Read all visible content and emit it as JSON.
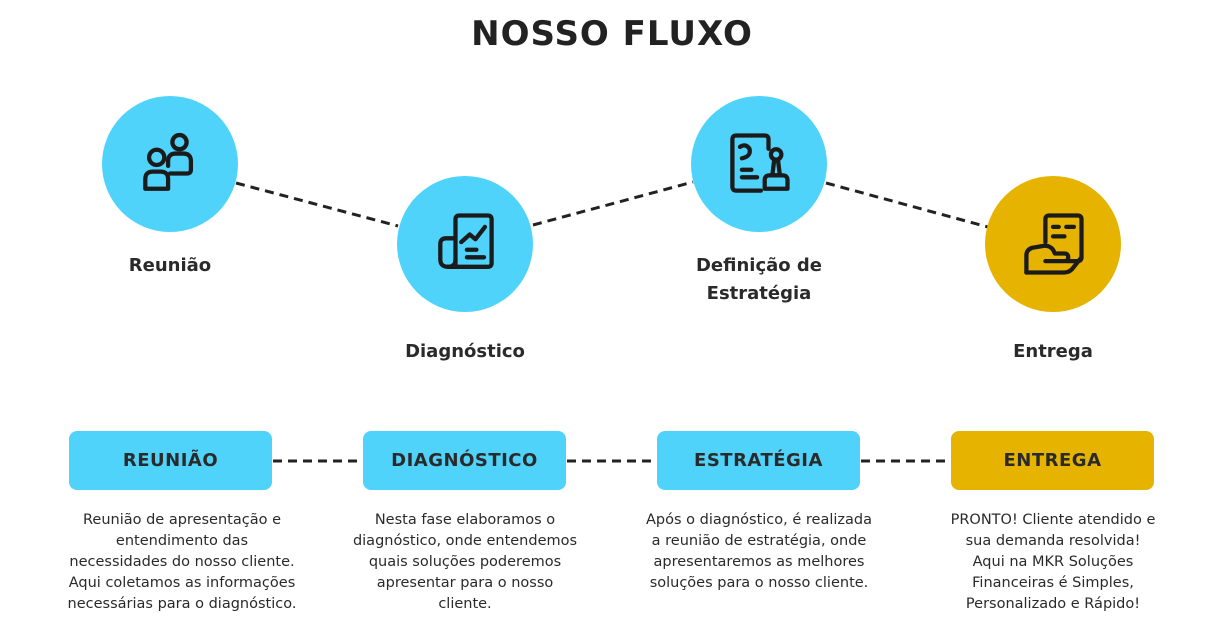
{
  "page": {
    "title": "NOSSO FLUXO"
  },
  "colors": {
    "blue": "#4fd3fb",
    "gold": "#e5b300",
    "ink": "#1b1b1b",
    "line": "#222222"
  },
  "steps": [
    {
      "label": "Reunião",
      "icon": "meeting-people-icon",
      "color": "blue"
    },
    {
      "label": "Diagnóstico",
      "icon": "analysis-chart-icon",
      "color": "blue"
    },
    {
      "label": "Definição de\nEstratégia",
      "icon": "document-stamp-icon",
      "color": "blue"
    },
    {
      "label": "Entrega",
      "icon": "hand-document-icon",
      "color": "gold"
    }
  ],
  "cards": [
    {
      "title": "REUNIÃO",
      "color": "blue",
      "description": "Reunião de apresentação e\nentendimento das\nnecessidades do nosso cliente.\nAqui coletamos as informações\nnecessárias para o diagnóstico."
    },
    {
      "title": "DIAGNÓSTICO",
      "color": "blue",
      "description": "Nesta fase  elaboramos o\ndiagnóstico, onde entendemos\nquais soluções poderemos\napresentar para o nosso\ncliente."
    },
    {
      "title": "ESTRATÉGIA",
      "color": "blue",
      "description": "Após o diagnóstico, é realizada\na reunião de estratégia, onde\napresentaremos as melhores\nsoluções para o nosso cliente."
    },
    {
      "title": "ENTREGA",
      "color": "gold",
      "description": "PRONTO! Cliente atendido e\nsua demanda resolvida!\nAqui na MKR Soluções\nFinanceiras é Simples,\nPersonalizado e Rápido!"
    }
  ]
}
